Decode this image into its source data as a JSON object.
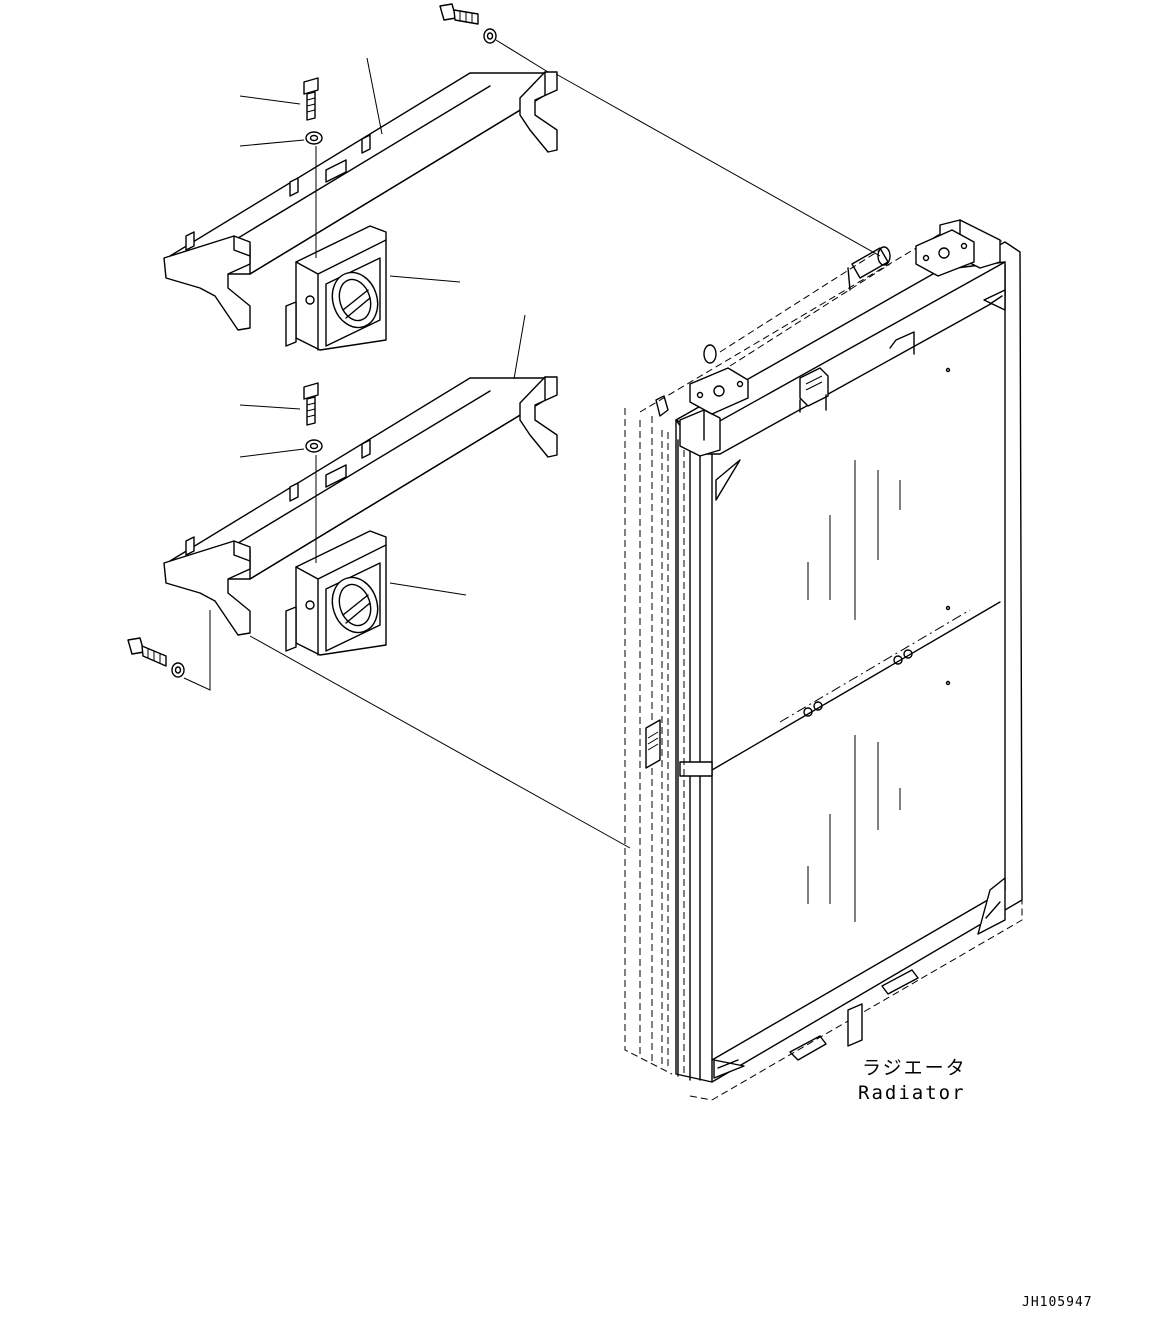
{
  "labels": {
    "radiator_jp": "ラジエータ",
    "radiator_en": "Radiator",
    "drawing_id": "JH105947"
  }
}
